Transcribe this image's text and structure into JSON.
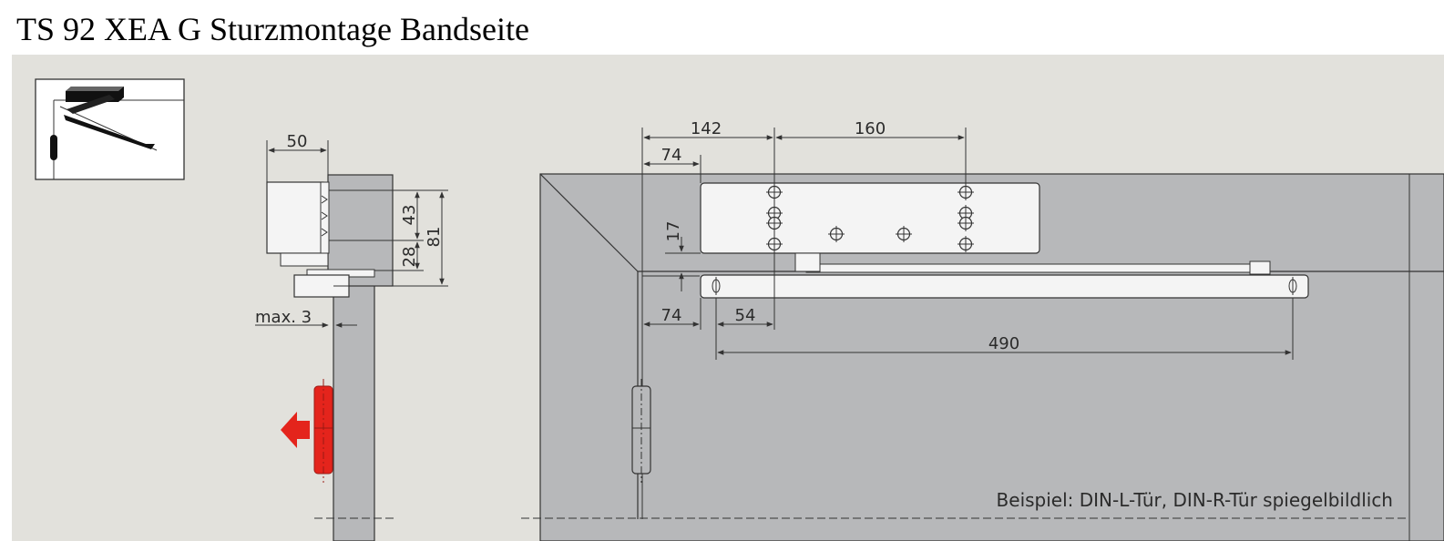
{
  "title": "TS 92 XEA G Sturzmontage Bandseite",
  "colors": {
    "panel_background": "#e2e1dc",
    "door_gray": "#b7b8ba",
    "part_white": "#f4f4f4",
    "line": "#333333",
    "arrow_red": "#e4241c"
  },
  "icons": {
    "mounting_thumbnail": "closer-mounting-thumbnail-icon",
    "push_direction": "red-arrow-left-icon",
    "hinge": "door-hinge-icon"
  },
  "side_view": {
    "dim_width": "50",
    "dim_43": "43",
    "dim_81": "81",
    "dim_28": "28",
    "dim_max": "max. 3"
  },
  "front_view": {
    "dim_142": "142",
    "dim_160": "160",
    "dim_74_top": "74",
    "dim_17": "17",
    "dim_74_bottom": "74",
    "dim_54": "54",
    "dim_490": "490"
  },
  "caption": "Beispiel: DIN-L-Tür, DIN-R-Tür spiegelbildlich"
}
